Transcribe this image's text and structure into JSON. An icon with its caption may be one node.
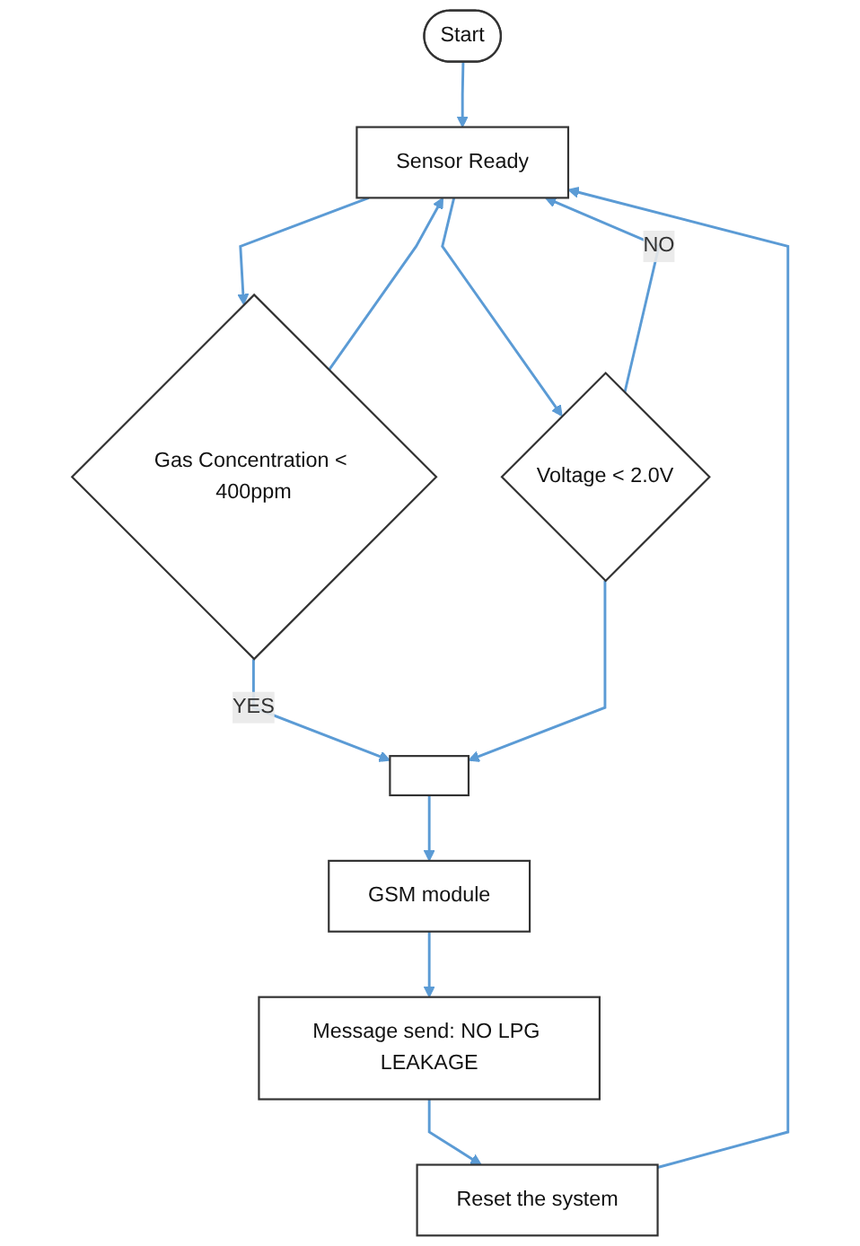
{
  "diagram": {
    "nodes": [
      {
        "text": [
          "Start"
        ]
      },
      {
        "text": [
          "Sensor Ready"
        ]
      },
      {
        "text": [
          "Gas Concentration < 400ppm"
        ]
      },
      {
        "text": [
          "Voltage < 2.0V"
        ]
      },
      {
        "text": [],
        "shape": "box"
      },
      {
        "text": [
          "GSM module"
        ]
      },
      {
        "text": [
          "Message send: NO LPG LEAKAGE"
        ]
      },
      {
        "text": [
          "Reset the system"
        ]
      }
    ],
    "edges": [
      {
        "from": 0,
        "to": 1,
        "arrow": "to"
      },
      {
        "from": 1,
        "to": 2,
        "arrow": "to"
      },
      {
        "from": 1,
        "to": 3,
        "arrow": "to"
      },
      {
        "from": 2,
        "to": 4,
        "arrow": "to",
        "label": "YES"
      },
      {
        "from": 3,
        "to": 4,
        "arrow": "to"
      },
      {
        "from": 3,
        "to": 1,
        "arrow": "to",
        "label": "NO"
      },
      {
        "from": 2,
        "to": 1,
        "arrow": "to"
      },
      {
        "from": 4,
        "to": 5,
        "arrow": "to"
      },
      {
        "from": 5,
        "to": 6,
        "arrow": "to"
      },
      {
        "from": 6,
        "to": 7,
        "arrow": "to"
      },
      {
        "from": 7,
        "to": 1,
        "arrow": "to"
      }
    ]
  }
}
